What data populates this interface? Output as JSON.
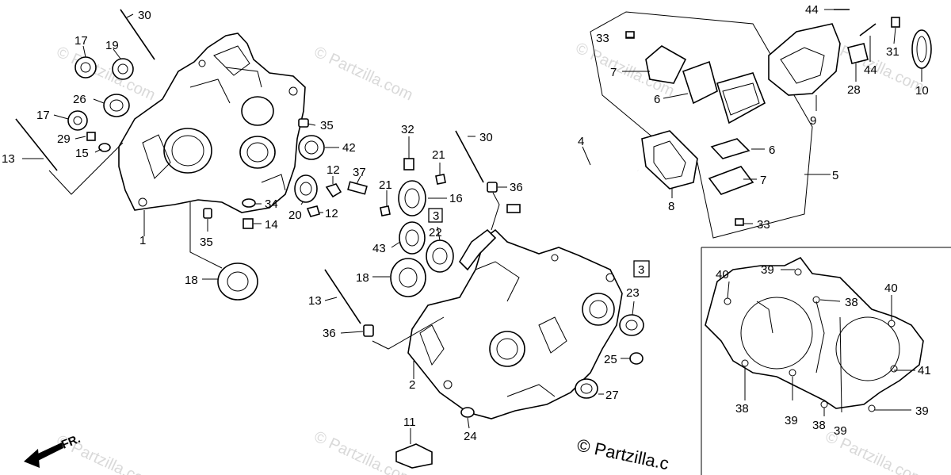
{
  "callouts": {
    "n1": "1",
    "n2": "2",
    "n3a": "3",
    "n3b": "3",
    "n4": "4",
    "n5": "5",
    "n6a": "6",
    "n6b": "6",
    "n7a": "7",
    "n7b": "7",
    "n8": "8",
    "n9": "9",
    "n10": "10",
    "n11": "11",
    "n12a": "12",
    "n12b": "12",
    "n13a": "13",
    "n13b": "13",
    "n14": "14",
    "n15": "15",
    "n16": "16",
    "n17a": "17",
    "n17b": "17",
    "n18a": "18",
    "n18b": "18",
    "n19": "19",
    "n20": "20",
    "n21a": "21",
    "n21b": "21",
    "n22": "22",
    "n23": "23",
    "n24": "24",
    "n25": "25",
    "n26": "26",
    "n27": "27",
    "n28": "28",
    "n29": "29",
    "n30a": "30",
    "n30b": "30",
    "n31": "31",
    "n32": "32",
    "n33a": "33",
    "n33b": "33",
    "n34": "34",
    "n35a": "35",
    "n35b": "35",
    "n36a": "36",
    "n36b": "36",
    "n37": "37",
    "n38a": "38",
    "n38b": "38",
    "n38c": "38",
    "n39a": "39",
    "n39b": "39",
    "n39c": "39",
    "n39d": "39",
    "n40a": "40",
    "n40b": "40",
    "n41": "41",
    "n42": "42",
    "n43": "43",
    "n44a": "44",
    "n44b": "44"
  },
  "front_marker": "FR.",
  "copyright": "© Partzilla.c",
  "watermark": "© Partzilla.com"
}
